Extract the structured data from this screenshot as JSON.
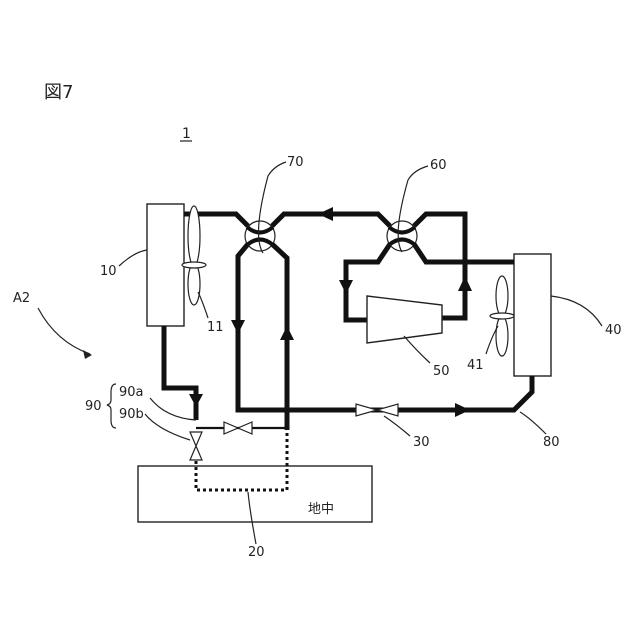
{
  "figure": {
    "title": "図7",
    "system_number": "1"
  },
  "labels": {
    "system_tag": "A2",
    "indoor_unit": "10",
    "indoor_fan": "11",
    "ground_exchanger": "20",
    "expansion_valve": "30",
    "outdoor_unit": "40",
    "outdoor_fan": "41",
    "compressor": "50",
    "four_way_valve_a": "60",
    "four_way_valve_b": "70",
    "pipe_80": "80",
    "valve_group": "90",
    "valve_90a": "90a",
    "valve_90b": "90b",
    "ground_text": "地中"
  }
}
